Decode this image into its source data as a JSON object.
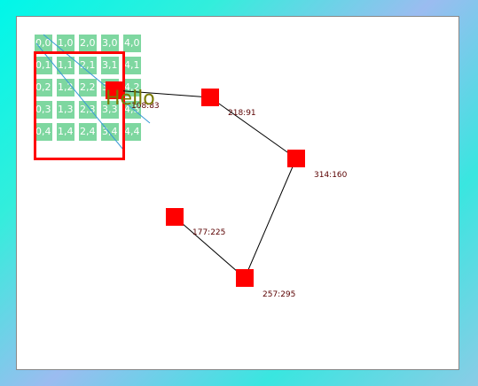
{
  "grid": {
    "cell_color": "#7ed7a0",
    "rows": [
      [
        "0,0",
        "1,0",
        "2,0",
        "3,0",
        "4,0"
      ],
      [
        "0,1",
        "1,1",
        "2,1",
        "3,1",
        "4,1"
      ],
      [
        "0,2",
        "1,2",
        "2,2",
        "3,2",
        "4,2"
      ],
      [
        "0,3",
        "1,3",
        "2,3",
        "3,3",
        "4,3"
      ],
      [
        "0,4",
        "1,4",
        "2,4",
        "3,4",
        "4,4"
      ]
    ]
  },
  "selection_color": "#ff0000",
  "hello_text": "Hello",
  "nodes": [
    {
      "id": "n1",
      "label": "108:83"
    },
    {
      "id": "n2",
      "label": "218:91"
    },
    {
      "id": "n3",
      "label": "314:160"
    },
    {
      "id": "n4",
      "label": "257:295"
    },
    {
      "id": "n5",
      "label": "177:225"
    }
  ],
  "node_color": "#ff0000",
  "edges": [
    [
      "n1",
      "n2"
    ],
    [
      "n2",
      "n3"
    ],
    [
      "n3",
      "n4"
    ],
    [
      "n4",
      "n5"
    ]
  ],
  "diagonal_line_color": "#3a9ad6"
}
